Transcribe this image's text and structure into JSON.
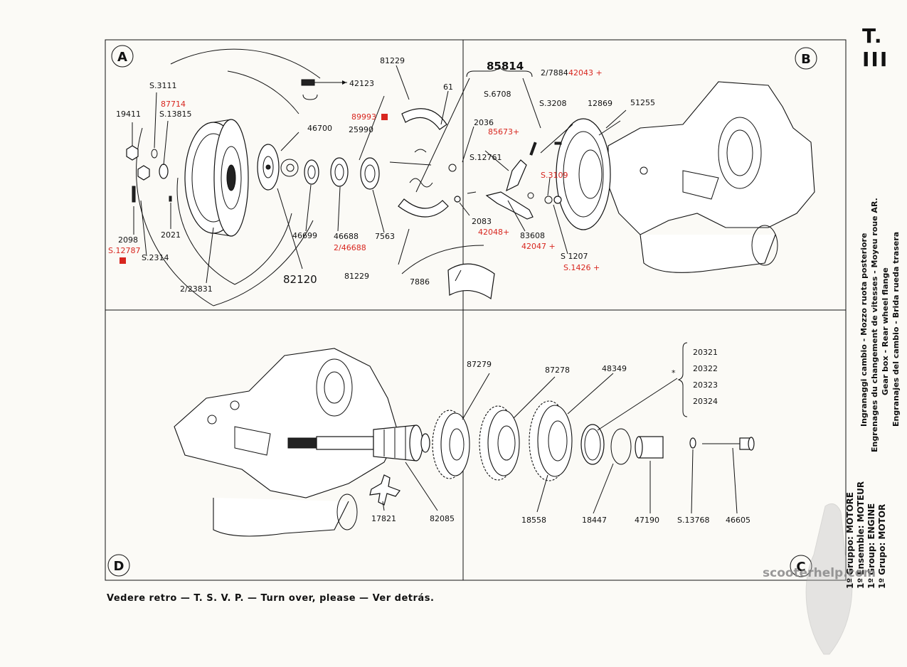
{
  "sheet_number": "T. III",
  "quadrants": {
    "a": "A",
    "b": "B",
    "c": "C",
    "d": "D"
  },
  "labels": {
    "A": {
      "p19411": "19411",
      "pS3111": "S.3111",
      "p87714": "87714",
      "pS13815": "S.13815",
      "p42123": "42123",
      "p46700": "46700",
      "p2098": "2098",
      "pS12787": "S.12787",
      "pS2314": "S.2314",
      "p2021": "2021",
      "p2_23831": "2/23831",
      "p82120": "82120",
      "p46699": "46699",
      "p46688": "46688",
      "p2_46688": "2/46688",
      "p7563": "7563",
      "p25990": "25990",
      "p89993": "89993",
      "p81229_top": "81229",
      "p61": "61",
      "p81229_bot": "81229"
    },
    "B": {
      "p85814": "85814",
      "pS6708": "S.6708",
      "p2_7884": "2/7884",
      "p42043": "42043 +",
      "pS3208": "S.3208",
      "p12869": "12869",
      "p51255": "51255",
      "p2036": "2036",
      "p85673": "85673+",
      "pS12761": "S.12761",
      "pS3109": "S.3109",
      "p2083": "2083",
      "p42048": "42048+",
      "p83608": "83608",
      "p42047": "42047 +",
      "pS1207": "S 1207",
      "pS1426": "S.1426 +",
      "p7886": "7886"
    },
    "C": {
      "p87279": "87279",
      "p87278": "87278",
      "p48349": "48349",
      "p20321": "20321",
      "p20322": "20322",
      "p20323": "20323",
      "p20324": "20324",
      "star": "*",
      "p18558": "18558",
      "p18447": "18447",
      "p47190": "47190",
      "pS13768": "S.13768",
      "p46605": "46605"
    },
    "D": {
      "p17821": "17821",
      "p82085": "82085"
    }
  },
  "footer_note": "Vedere retro — T. S. V. P. — Turn over, please — Ver detrás.",
  "side_captions": {
    "group_it": "1º Gruppo:  MOTORE",
    "group_fr": "1º Ensemble: MOTEUR",
    "group_en": "1º Group:  ENGINE",
    "group_es": "1º Grupo:  MOTOR",
    "title_it": "Ingranaggi cambio - Mozzo ruota posteriore",
    "title_fr": "Engrenages du changement de vitesses - Moyeu roue AR.",
    "title_en": "Gear box - Rear wheel flange",
    "title_es": "Engranajes del cambio - Brida rueda trasera"
  },
  "watermark": "scooterhelp.com",
  "colors": {
    "ink": "#111111",
    "red_note": "#d8261f",
    "paper": "#fbfaf6"
  }
}
